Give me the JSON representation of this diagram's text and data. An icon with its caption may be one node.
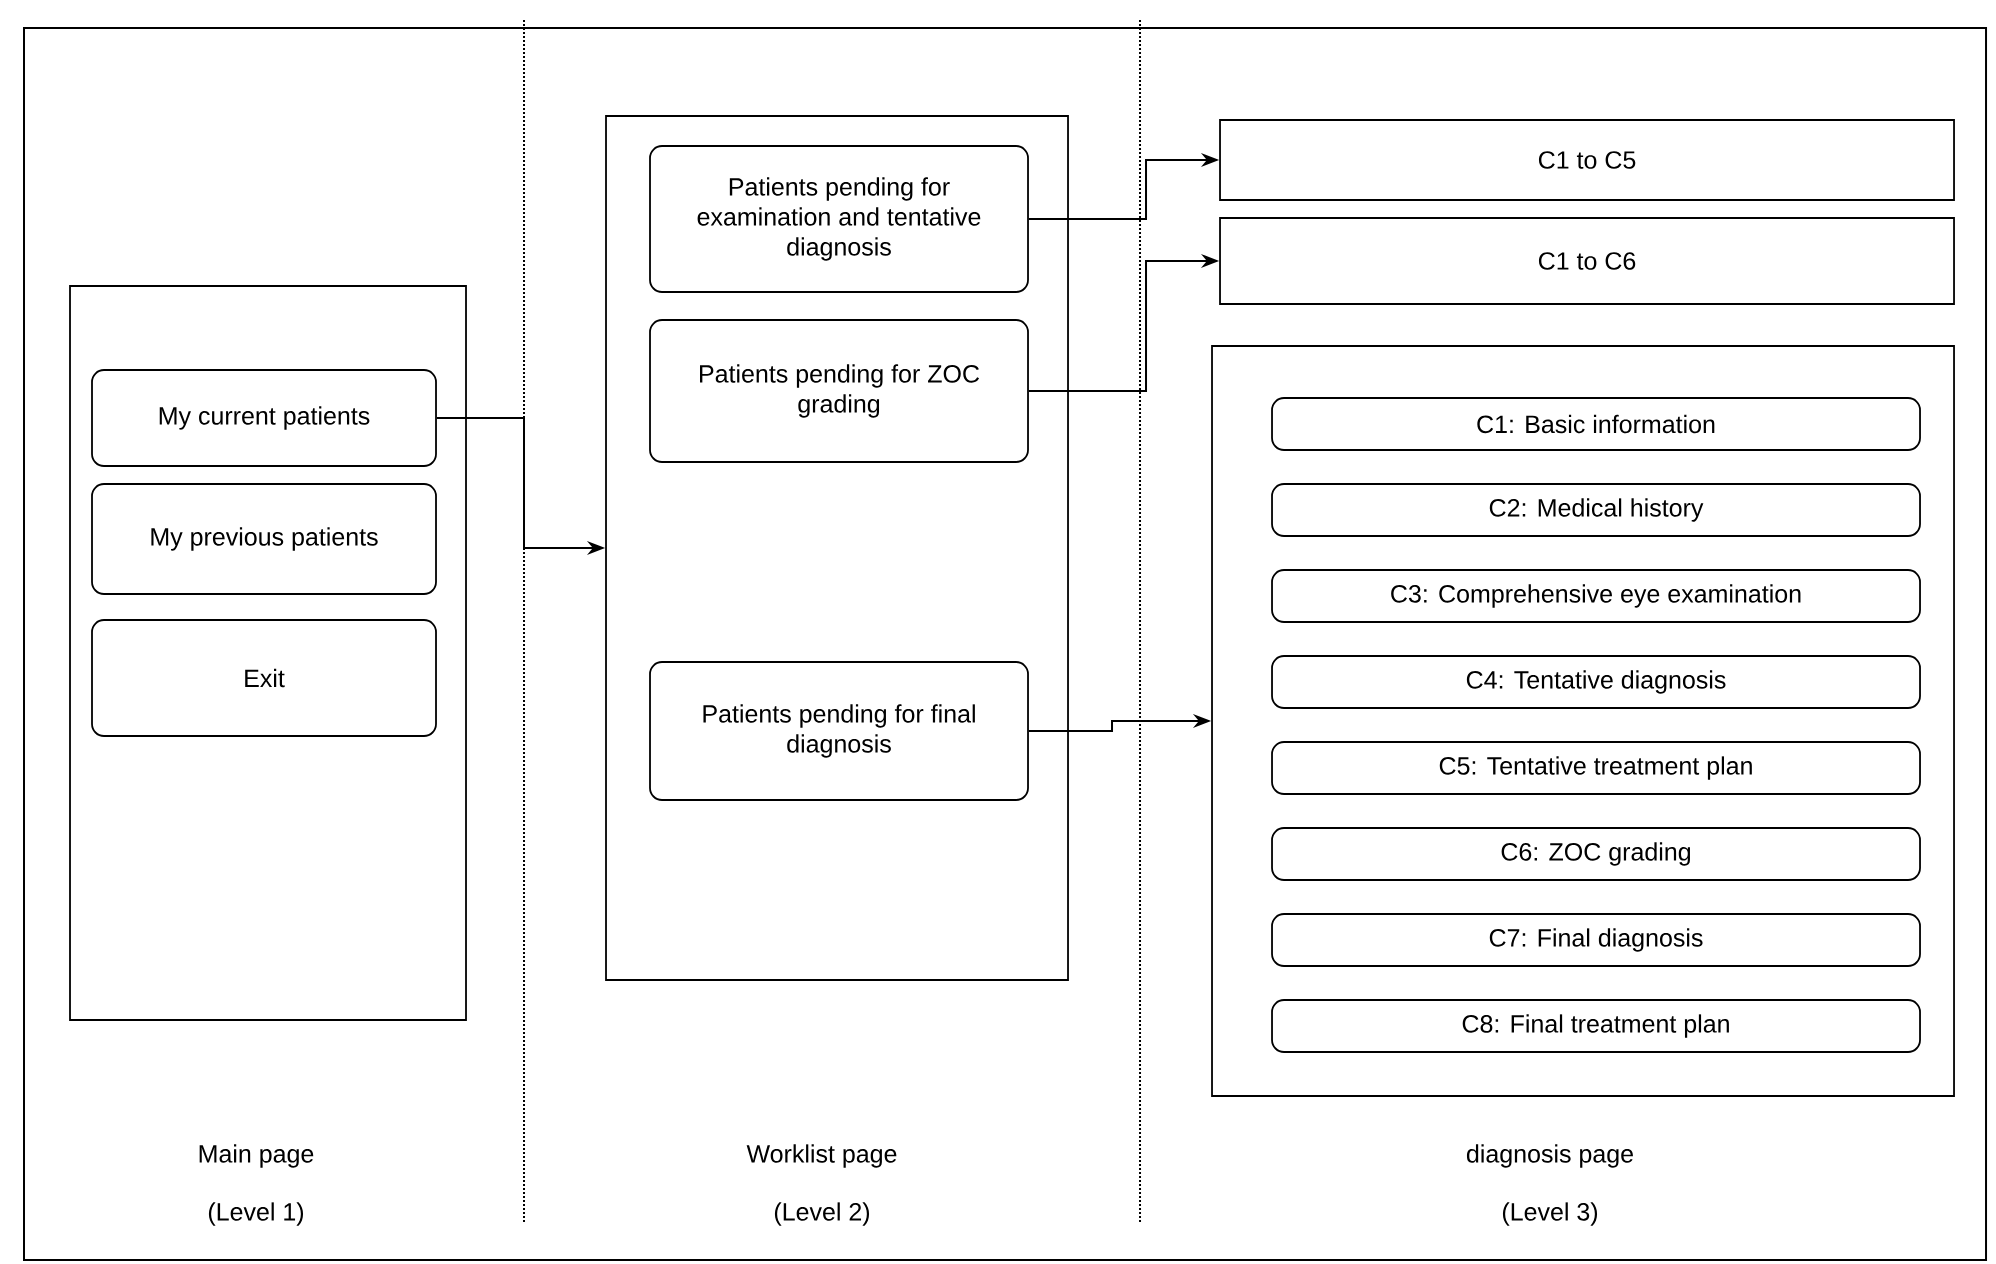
{
  "diagram": {
    "nodes": [
      {
        "text": [],
        "shape": "box"
      },
      {
        "text": [
          "My current patients"
        ],
        "in": 0
      },
      {
        "text": [
          "My previous patients"
        ],
        "in": 0
      },
      {
        "text": [
          "Exit"
        ],
        "in": 0
      },
      {
        "text": [],
        "shape": "box"
      },
      {
        "text": [
          "Patients pending for examination and tentative diagnosis"
        ],
        "in": 4
      },
      {
        "text": [
          "Patients pending for ZOC grading"
        ],
        "in": 4
      },
      {
        "text": [
          "Patients pending for final diagnosis"
        ],
        "in": 4
      },
      {
        "text": [
          "C1 to C5"
        ]
      },
      {
        "text": [
          "C1 to C6"
        ]
      },
      {
        "text": [],
        "shape": "box"
      },
      {
        "text": [
          "C1: Basic information"
        ],
        "in": 10
      },
      {
        "text": [
          "C2: Medical history"
        ],
        "in": 10
      },
      {
        "text": [
          "C3: Comprehensive eye examination"
        ],
        "in": 10
      },
      {
        "text": [
          "C4: Tentative diagnosis"
        ],
        "in": 10
      },
      {
        "text": [
          "C5: Tentative treatment plan"
        ],
        "in": 10
      },
      {
        "text": [
          "C6: ZOC grading"
        ],
        "in": 10
      },
      {
        "text": [
          "C7: Final diagnosis"
        ],
        "in": 10
      },
      {
        "text": [
          "C8: Final treatment plan"
        ],
        "in": 10
      }
    ],
    "edges": [
      {
        "from": 1,
        "to": 4,
        "arrow": "to"
      },
      {
        "from": 5,
        "to": 8,
        "arrow": "to"
      },
      {
        "from": 6,
        "to": 9,
        "arrow": "to"
      },
      {
        "from": 7,
        "to": 10,
        "arrow": "to"
      }
    ],
    "labels": [
      "Main page",
      "(Level 1)",
      "Worklist page",
      "(Level 2)",
      "diagnosis page",
      "(Level 3)"
    ]
  }
}
